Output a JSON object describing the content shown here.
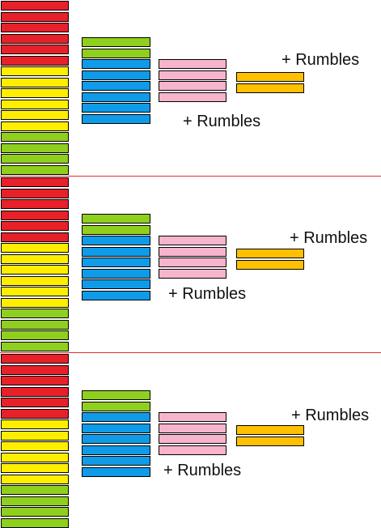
{
  "colors": {
    "red": "#e8202a",
    "yellow": "#ffee00",
    "lime": "#8fcf1e",
    "blue": "#0f9be8",
    "pink": "#f7b4cc",
    "orange": "#ffc000",
    "divider": "#e23030"
  },
  "panels": [
    {
      "column": [
        "red",
        "red",
        "red",
        "red",
        "red",
        "red",
        "yellow",
        "yellow",
        "yellow",
        "yellow",
        "yellow",
        "yellow",
        "lime",
        "lime",
        "lime",
        "lime"
      ],
      "group1": [
        "lime",
        "lime",
        "blue",
        "blue",
        "blue",
        "blue",
        "blue",
        "blue"
      ],
      "group2": [
        "pink",
        "pink",
        "pink",
        "pink"
      ],
      "group3": [
        "orange",
        "orange"
      ],
      "labels": [
        "+ Rumbles",
        "+ Rumbles"
      ]
    },
    {
      "column": [
        "red",
        "red",
        "red",
        "red",
        "red",
        "red",
        "yellow",
        "yellow",
        "yellow",
        "yellow",
        "yellow",
        "yellow",
        "lime",
        "lime",
        "lime",
        "lime"
      ],
      "group1": [
        "lime",
        "lime",
        "blue",
        "blue",
        "blue",
        "blue",
        "blue",
        "blue"
      ],
      "group2": [
        "pink",
        "pink",
        "pink",
        "pink"
      ],
      "group3": [
        "orange",
        "orange"
      ],
      "labels": [
        "+ Rumbles",
        "+ Rumbles"
      ]
    },
    {
      "column": [
        "red",
        "red",
        "red",
        "red",
        "red",
        "red",
        "yellow",
        "yellow",
        "yellow",
        "yellow",
        "yellow",
        "yellow",
        "lime",
        "lime",
        "lime",
        "lime"
      ],
      "group1": [
        "lime",
        "lime",
        "blue",
        "blue",
        "blue",
        "blue",
        "blue",
        "blue"
      ],
      "group2": [
        "pink",
        "pink",
        "pink",
        "pink"
      ],
      "group3": [
        "orange",
        "orange"
      ],
      "labels": [
        "+ Rumbles",
        "+ Rumbles"
      ]
    }
  ]
}
